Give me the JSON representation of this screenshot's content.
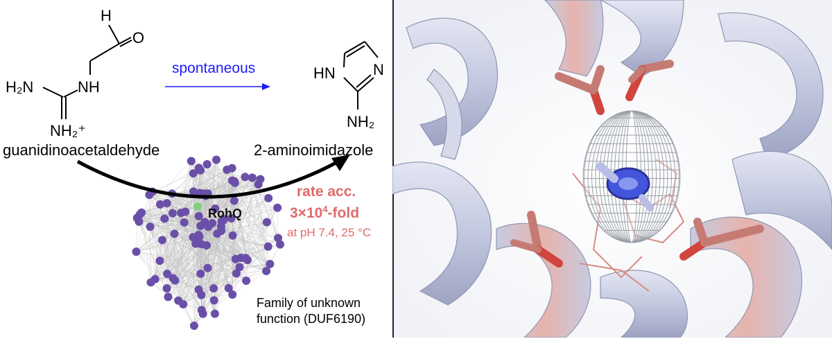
{
  "reactant": {
    "aldehyde_h": "H",
    "aldehyde_o": "O",
    "amine_h2n": "H₂N",
    "nh": "NH",
    "nh2_plus": "NH₂⁺",
    "name": "guanidinoacetaldehyde"
  },
  "product": {
    "hn": "HN",
    "n": "N",
    "nh2": "NH₂",
    "name": "2-aminoimidazole"
  },
  "arrow_label": "spontaneous",
  "enzyme": {
    "name": "RohQ",
    "rate_line1": "rate acc.",
    "rate_line2_main": "3×10",
    "rate_line2_exp": "4",
    "rate_line2_end": "-fold",
    "conditions": "at pH 7.4, 25 °C"
  },
  "family": {
    "line1": "Family of unknown",
    "line2": "function (DUF6190)"
  },
  "colors": {
    "blue_arrow": "#1a1aff",
    "salmon": "#e06a6a",
    "node_purple": "#6a4fa8",
    "node_highlight": "#7ed07e",
    "helix": "#c9cde3",
    "helix_pink": "#e9b9b3",
    "residue": "#c57b74",
    "oxygen": "#d0463e",
    "ligand": "#4455dd"
  }
}
